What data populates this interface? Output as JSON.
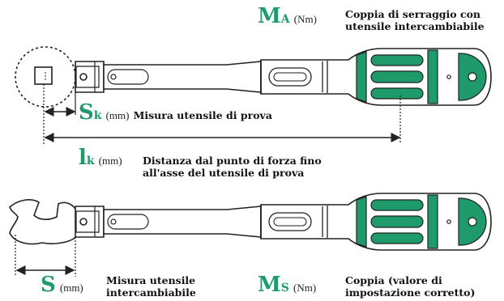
{
  "colors": {
    "accent_green": "#1f9a6a",
    "outline": "#222222",
    "fill": "#ffffff"
  },
  "top": {
    "ma_symbol": "M",
    "ma_sub": "A",
    "ma_unit": "(Nm)",
    "ma_desc_line1": "Coppia di serraggio con",
    "ma_desc_line2": "utensile intercambiabile",
    "sk_symbol": "S",
    "sk_sub": "k",
    "sk_unit": "(mm)",
    "sk_desc": "Misura utensile di prova",
    "lk_symbol": "l",
    "lk_sub": "k",
    "lk_unit": "(mm)",
    "lk_desc_line1": "Distanza dal punto di forza fino",
    "lk_desc_line2": "all'asse del utensile di prova"
  },
  "bottom": {
    "s_symbol": "S",
    "s_unit": "(mm)",
    "s_desc_line1": "Misura utensile",
    "s_desc_line2": "intercambiabile",
    "ms_symbol": "M",
    "ms_sub": "S",
    "ms_unit": "(Nm)",
    "ms_desc_line1": "Coppia (valore di",
    "ms_desc_line2": "impostazione corretto)"
  },
  "icons": [
    "torque-wrench-icon",
    "test-tool-square-icon",
    "open-end-spanner-head-icon",
    "dimension-arrow-icon"
  ]
}
